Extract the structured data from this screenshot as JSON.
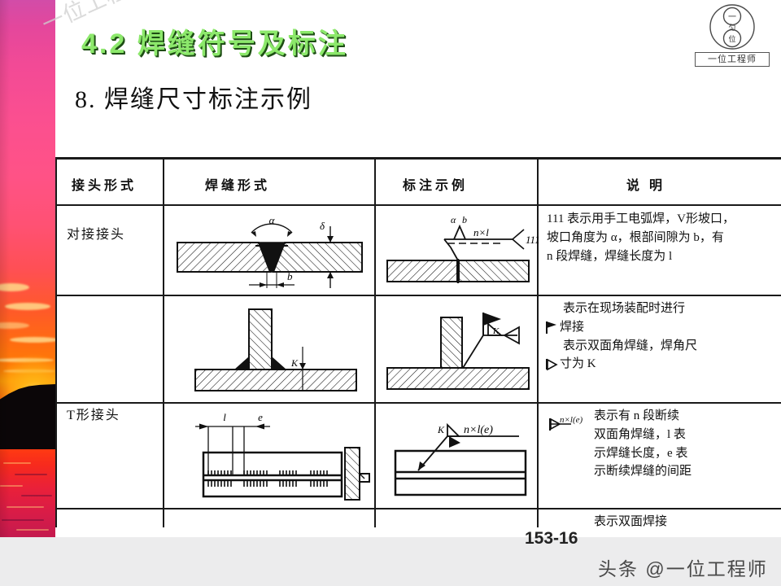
{
  "slide": {
    "title": "4.2 焊缝符号及标注",
    "subtitle": "8. 焊缝尺寸标注示例",
    "watermark_title": "一位工程师",
    "watermark_bottom": "头条 @一位工程师",
    "page_number": "153-16",
    "accent_color": "#8ce86b",
    "footer_color": "#ececed"
  },
  "logo": {
    "caption": "一位工程师",
    "inner_top": "一",
    "inner_mid": "匀",
    "inner_bottom": "位"
  },
  "table": {
    "headers": [
      "接头形式",
      "焊缝形式",
      "标注示例",
      "说  明"
    ],
    "rows": [
      {
        "joint": "对接接头",
        "weld_figure": "v-groove-butt-weld",
        "notation_figure": "butt-weld-symbol",
        "figure_labels": {
          "angle": "α",
          "gap": "b",
          "thickness": "δ",
          "seg": "n×l",
          "process": "111"
        },
        "description_lines": [
          "111 表示用手工电弧焊，V形坡口，",
          "坡口角度为 α，根部间隙为 b，有",
          "n 段焊缝，焊缝长度为 l"
        ]
      },
      {
        "joint": "T形接头",
        "weld_figure": "double-fillet-t-joint",
        "notation_figure": "field-weld-flag-symbol",
        "figure_labels": {
          "leg": "K"
        },
        "description_lines": [
          "表示在现场装配时进行",
          "焊接",
          "表示双面角焊缝，焊角尺",
          "寸为 K"
        ],
        "symbol_notes": [
          "field-weld-flag",
          "fillet-weld-triangle"
        ]
      },
      {
        "joint": "",
        "weld_figure": "intermittent-fillet-weld",
        "notation_figure": "intermittent-fillet-symbol",
        "figure_labels": {
          "length": "l",
          "spacing": "e",
          "leg": "K",
          "dim": "n×l(e)"
        },
        "description_lines": [
          "表示有 n 段断续",
          "双面角焊缝，l 表",
          "示焊缝长度，e 表",
          "示断续焊缝的间距"
        ],
        "symbol_notes": [
          "intermittent-fillet-triangle"
        ]
      },
      {
        "joint": "",
        "description_lines": [
          "表示双面焊接"
        ],
        "clipped": true
      }
    ]
  }
}
